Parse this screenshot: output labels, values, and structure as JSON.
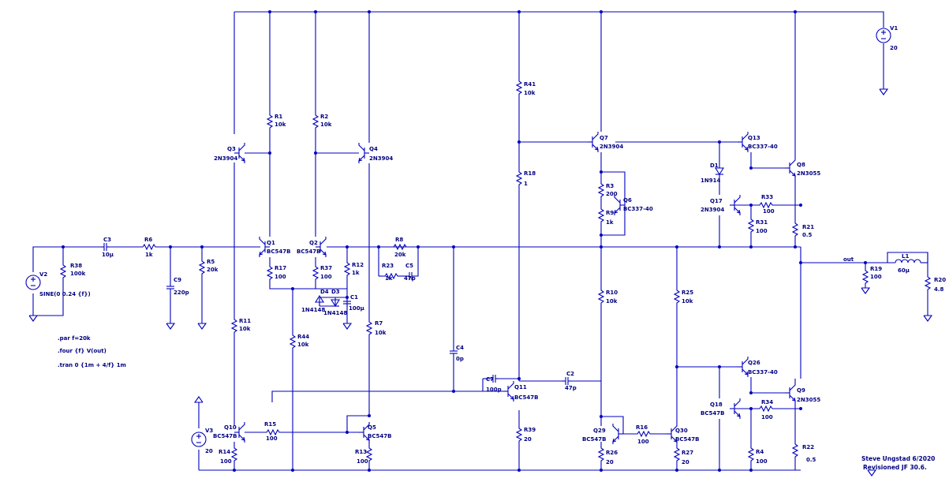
{
  "components": {
    "V1": {
      "name": "V1",
      "value": "20"
    },
    "V2": {
      "name": "V2",
      "value": "SINE(0 0.24 {f})"
    },
    "V3": {
      "name": "V3",
      "value": "20"
    },
    "C3": {
      "name": "C3",
      "value": "10µ"
    },
    "R6": {
      "name": "R6",
      "value": "1k"
    },
    "R38": {
      "name": "R38",
      "value": "100k"
    },
    "C9": {
      "name": "C9",
      "value": "220p"
    },
    "R5": {
      "name": "R5",
      "value": "20k"
    },
    "Q1": {
      "name": "Q1",
      "value": "BC547B"
    },
    "Q2": {
      "name": "Q2",
      "value": "BC547B"
    },
    "Q3": {
      "name": "Q3",
      "value": "2N3904"
    },
    "Q4": {
      "name": "Q4",
      "value": "2N3904"
    },
    "R1": {
      "name": "R1",
      "value": "10k"
    },
    "R2": {
      "name": "R2",
      "value": "10k"
    },
    "R17": {
      "name": "R17",
      "value": "100"
    },
    "R37": {
      "name": "R37",
      "value": "100"
    },
    "R12": {
      "name": "R12",
      "value": "1k"
    },
    "D4": {
      "name": "D4",
      "value": "1N4148"
    },
    "D3": {
      "name": "D3",
      "value": "1N4148"
    },
    "C1": {
      "name": "C1",
      "value": "100µ"
    },
    "R8": {
      "name": "R8",
      "value": "20k"
    },
    "R23": {
      "name": "R23",
      "value": "1k"
    },
    "C5": {
      "name": "C5",
      "value": "47p"
    },
    "R11": {
      "name": "R11",
      "value": "10k"
    },
    "R44": {
      "name": "R44",
      "value": "10k"
    },
    "R7": {
      "name": "R7",
      "value": "10k"
    },
    "Q10": {
      "name": "Q10",
      "value": "BC547B"
    },
    "R15": {
      "name": "R15",
      "value": "100"
    },
    "Q5": {
      "name": "Q5",
      "value": "BC547B"
    },
    "R14": {
      "name": "R14",
      "value": "100"
    },
    "R13": {
      "name": "R13",
      "value": "100"
    },
    "R41": {
      "name": "R41",
      "value": "10k"
    },
    "R18": {
      "name": "R18",
      "value": "1"
    },
    "C4": {
      "name": "C4",
      "value": "0p"
    },
    "C7": {
      "name": "C7",
      "value": "100p"
    },
    "Q11": {
      "name": "Q11",
      "value": "BC547B"
    },
    "R39": {
      "name": "R39",
      "value": "20"
    },
    "C2": {
      "name": "C2",
      "value": "47p"
    },
    "Q7": {
      "name": "Q7",
      "value": "2N3904"
    },
    "R3": {
      "name": "R3",
      "value": "200"
    },
    "R9": {
      "name": "R9",
      "value": "1k"
    },
    "Q6": {
      "name": "Q6",
      "value": "BC337-40"
    },
    "R10": {
      "name": "R10",
      "value": "10k"
    },
    "R25": {
      "name": "R25",
      "value": "10k"
    },
    "Q29": {
      "name": "Q29",
      "value": "BC547B"
    },
    "R16": {
      "name": "R16",
      "value": "100"
    },
    "Q30": {
      "name": "Q30",
      "value": "BC547B"
    },
    "R26": {
      "name": "R26",
      "value": "20"
    },
    "R27": {
      "name": "R27",
      "value": "20"
    },
    "D1": {
      "name": "D1",
      "value": "1N914"
    },
    "Q13": {
      "name": "Q13",
      "value": "BC337-40"
    },
    "Q8": {
      "name": "Q8",
      "value": "2N3055"
    },
    "Q17": {
      "name": "Q17",
      "value": "2N3904"
    },
    "R33": {
      "name": "R33",
      "value": "100"
    },
    "R31": {
      "name": "R31",
      "value": "100"
    },
    "R21": {
      "name": "R21",
      "value": "0.5"
    },
    "Q26": {
      "name": "Q26",
      "value": "BC337-40"
    },
    "Q18": {
      "name": "Q18",
      "value": "BC547B"
    },
    "R34": {
      "name": "R34",
      "value": "100"
    },
    "Q9": {
      "name": "Q9",
      "value": "2N3055"
    },
    "R4": {
      "name": "R4",
      "value": "100"
    },
    "R22": {
      "name": "R22",
      "value": "0.5"
    },
    "L1": {
      "name": "L1",
      "value": "60µ"
    },
    "R19": {
      "name": "R19",
      "value": "100"
    },
    "R20": {
      "name": "R20",
      "value": "4.8"
    }
  },
  "net_out": "out",
  "directives": {
    "param": ".par f=20k",
    "four": ".four {f} V(out)",
    "tran": ".tran 0 {1m + 4/f} 1m"
  },
  "signature": {
    "line1": "Steve Ungstad 6/2020",
    "line2": "Revisioned JF 30.6."
  }
}
